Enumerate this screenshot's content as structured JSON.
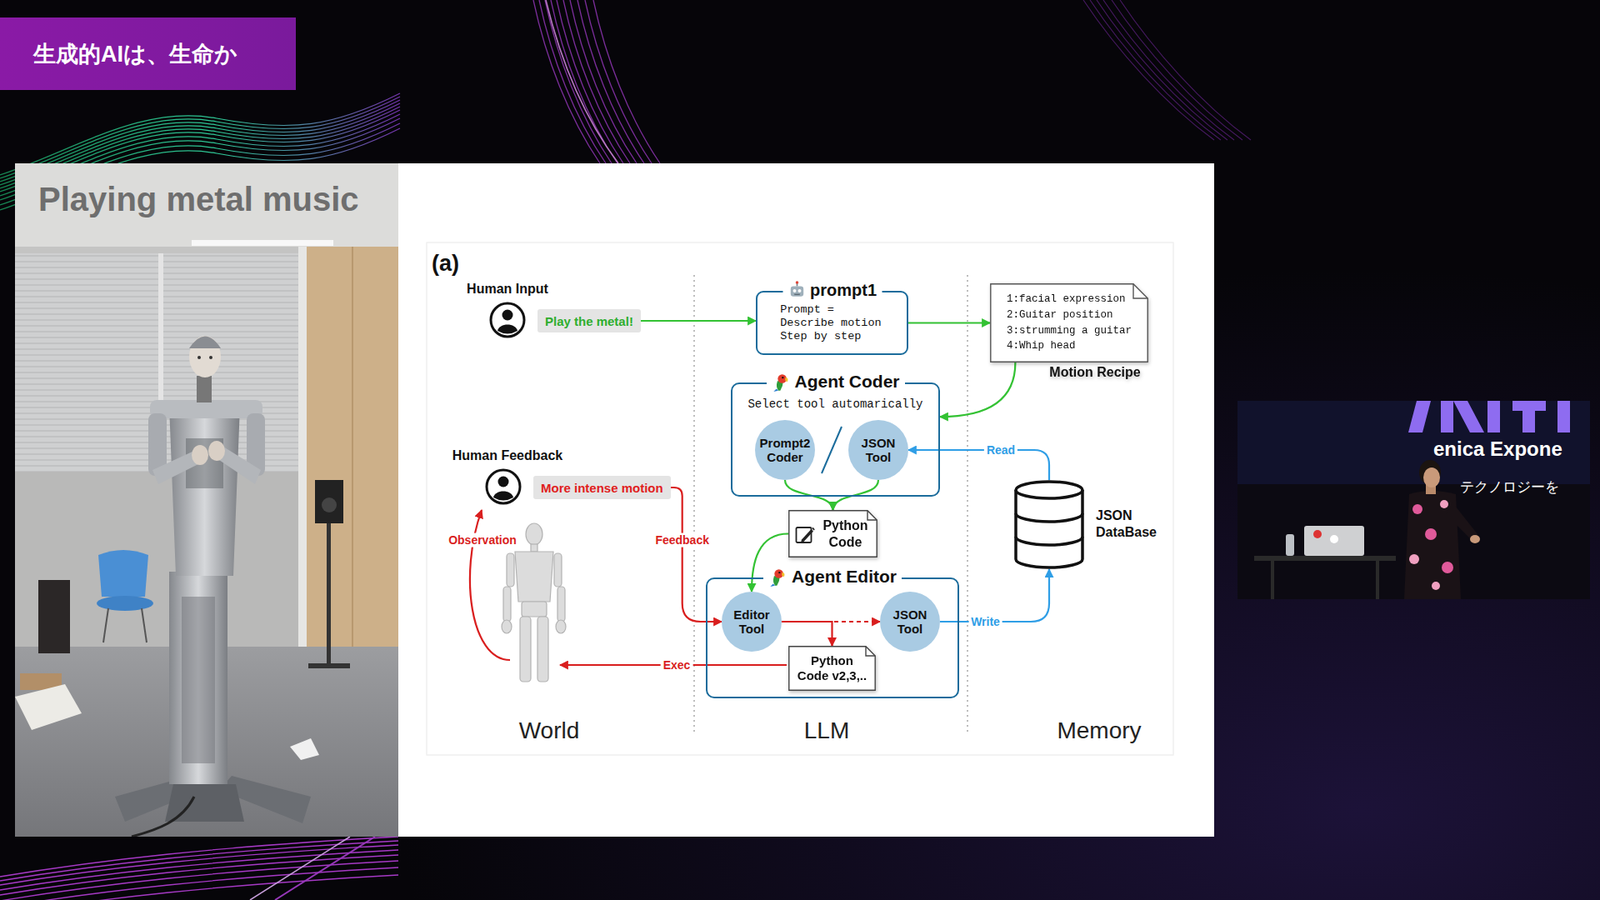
{
  "diagram": {
    "title": "生成的AIは、生命か",
    "nodes": [
      {
        "text": [
          "Play the metal!"
        ]
      },
      {
        "text": [
          "prompt1",
          "Prompt = Describe motion Step by step"
        ]
      },
      {
        "text": [
          "1:facial expression 2:Guitar position 3:strumming a guitar 4:Whip head",
          "Motion Recipe"
        ]
      },
      {
        "text": [
          "Agent Coder",
          "Select tool automarically"
        ]
      },
      {
        "text": [
          "Prompt2 Coder"
        ],
        "in": 3
      },
      {
        "text": [
          "JSON Tool"
        ],
        "in": 3
      },
      {
        "text": [
          "More intense motion"
        ]
      },
      {
        "text": [
          "Python Code"
        ]
      },
      {
        "text": [
          "JSON DataBase"
        ]
      },
      {
        "text": [
          "Agent Editor"
        ]
      },
      {
        "text": [
          "Editor Tool"
        ],
        "in": 9
      },
      {
        "text": [
          "JSON Tool"
        ],
        "in": 9
      },
      {
        "text": [
          "Python Code v2,3,.."
        ],
        "in": 9
      }
    ],
    "edges": [
      {
        "from": 0,
        "to": 1,
        "arrow": "to"
      },
      {
        "from": 1,
        "to": 2,
        "arrow": "to"
      },
      {
        "from": 2,
        "to": 3,
        "arrow": "to"
      },
      {
        "from": 4,
        "to": 7,
        "arrow": "to"
      },
      {
        "from": 5,
        "to": 7,
        "arrow": "to"
      },
      {
        "from": 8,
        "to": 5,
        "label": "Read",
        "arrow": "to"
      },
      {
        "from": 7,
        "to": 10,
        "arrow": "to"
      },
      {
        "from": 6,
        "to": 10,
        "label": "Feedback",
        "arrow": "to"
      },
      {
        "from": 10,
        "to": 11,
        "arrow": "to"
      },
      {
        "from": 10,
        "to": 12,
        "arrow": "to"
      },
      {
        "from": 11,
        "to": 8,
        "label": "Write",
        "arrow": "to"
      }
    ],
    "labels": [
      "(a)",
      "Human Input",
      "Human Feedback",
      "Observation",
      "Exec",
      "World",
      "LLM",
      "Memory",
      "Playing metal music",
      "enica Expone",
      "テクノロジーを"
    ]
  }
}
